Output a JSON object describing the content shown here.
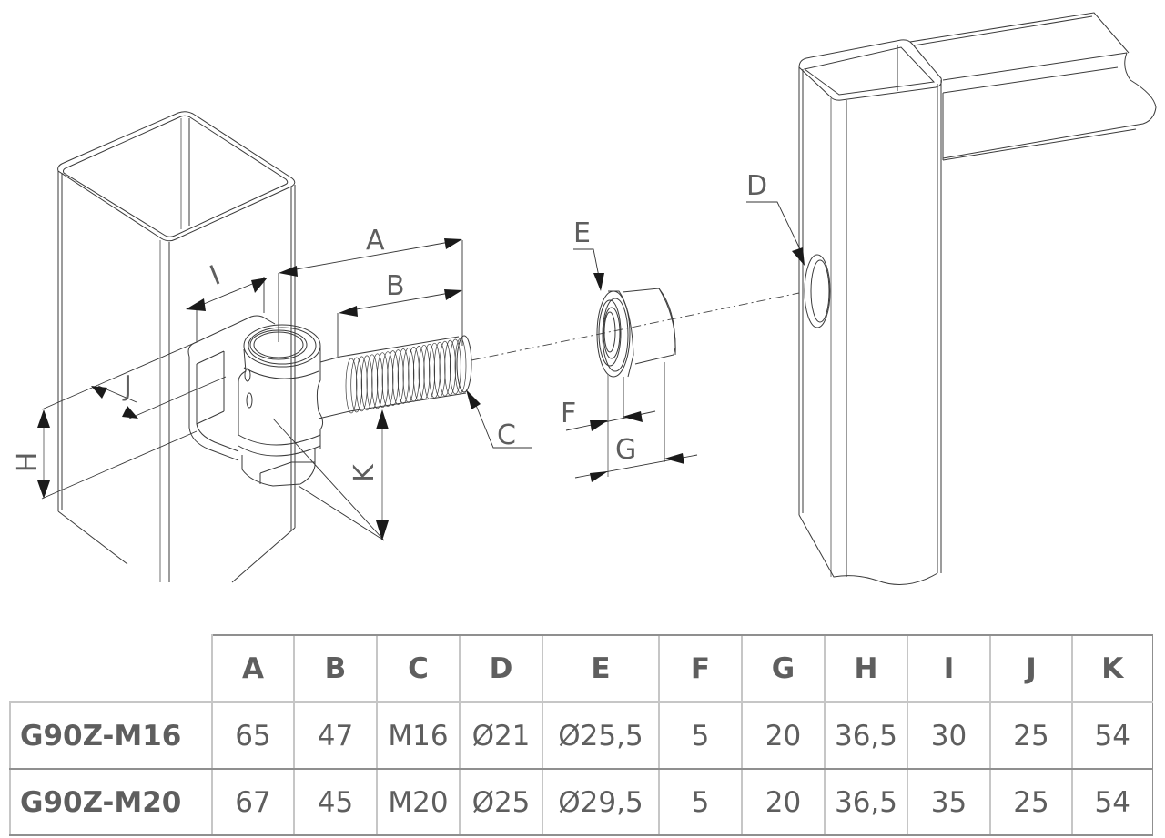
{
  "drawing": {
    "labels": {
      "A": "A",
      "B": "B",
      "C": "C",
      "D": "D",
      "E": "E",
      "F": "F",
      "G": "G",
      "H": "H",
      "I": "I",
      "J": "J",
      "K": "K"
    },
    "parts": [
      "left-square-post",
      "gate-hinge-bracket",
      "threaded-bolt",
      "flanged-bushing",
      "right-gate-frame"
    ]
  },
  "table": {
    "columns": [
      "A",
      "B",
      "C",
      "D",
      "E",
      "F",
      "G",
      "H",
      "I",
      "J",
      "K"
    ],
    "rows": [
      {
        "model": "G90Z-M16",
        "values": [
          "65",
          "47",
          "M16",
          "Ø21",
          "Ø25,5",
          "5",
          "20",
          "36,5",
          "30",
          "25",
          "54"
        ]
      },
      {
        "model": "G90Z-M20",
        "values": [
          "67",
          "45",
          "M20",
          "Ø25",
          "Ø29,5",
          "5",
          "20",
          "36,5",
          "35",
          "25",
          "54"
        ]
      }
    ]
  }
}
